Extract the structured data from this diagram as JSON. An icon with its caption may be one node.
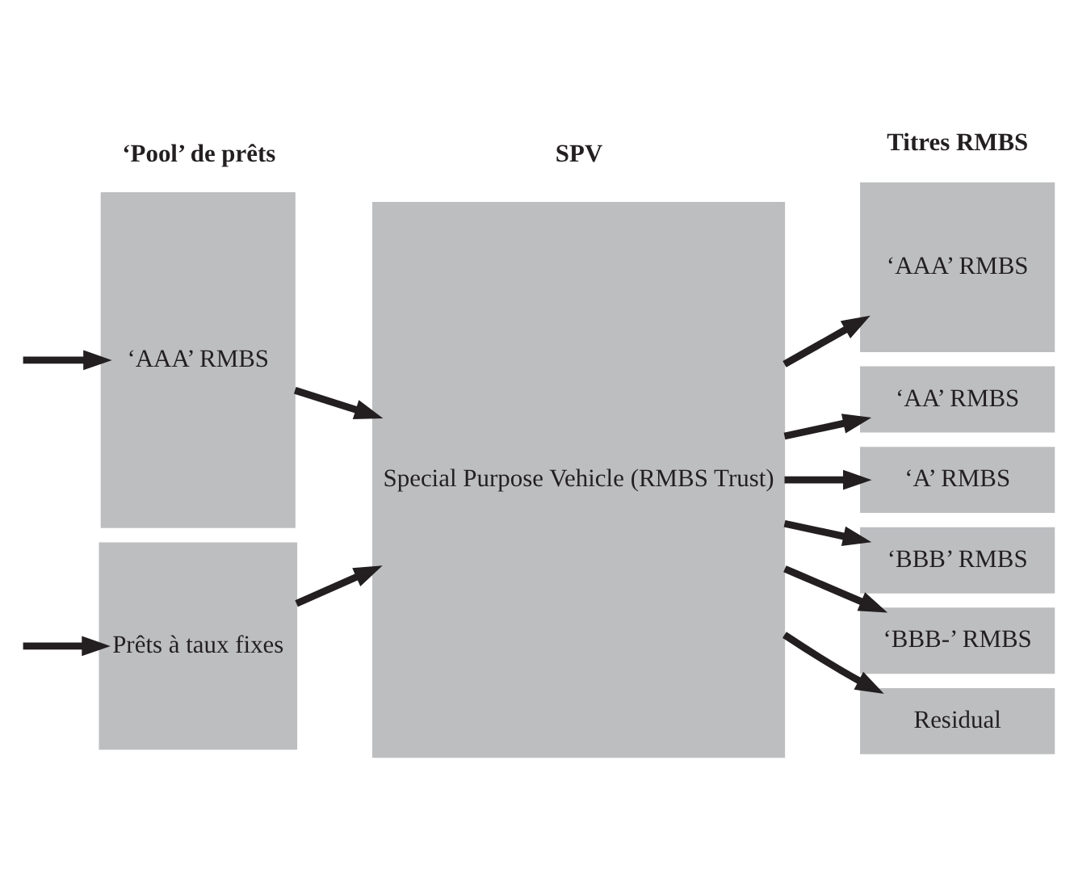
{
  "diagram": {
    "nodes": [
      {
        "text": [
          "‘AAA’ RMBS"
        ]
      },
      {
        "text": [
          "Prêts à taux fixes"
        ]
      },
      {
        "text": [
          "Special Purpose Vehicle (RMBS Trust)"
        ]
      },
      {
        "text": [
          "‘AAA’ RMBS"
        ]
      },
      {
        "text": [
          "‘AA’ RMBS"
        ]
      },
      {
        "text": [
          "‘A’ RMBS"
        ]
      },
      {
        "text": [
          "‘BBB’ RMBS"
        ]
      },
      {
        "text": [
          "‘BBB-’ RMBS"
        ]
      },
      {
        "text": [
          "Residual"
        ]
      }
    ],
    "edges": [
      {
        "from": null,
        "to": 0,
        "arrow": "to"
      },
      {
        "from": null,
        "to": 1,
        "arrow": "to"
      },
      {
        "from": 0,
        "to": 2,
        "arrow": "to"
      },
      {
        "from": 1,
        "to": 2,
        "arrow": "to"
      },
      {
        "from": 2,
        "to": 3,
        "arrow": "to"
      },
      {
        "from": 2,
        "to": 4,
        "arrow": "to"
      },
      {
        "from": 2,
        "to": 5,
        "arrow": "to"
      },
      {
        "from": 2,
        "to": 6,
        "arrow": "to"
      },
      {
        "from": 2,
        "to": 7,
        "arrow": "to"
      },
      {
        "from": 2,
        "to": 8,
        "arrow": "to"
      }
    ],
    "labels": [
      "‘Pool’ de prêts",
      "SPV",
      "Titres RMBS"
    ]
  }
}
